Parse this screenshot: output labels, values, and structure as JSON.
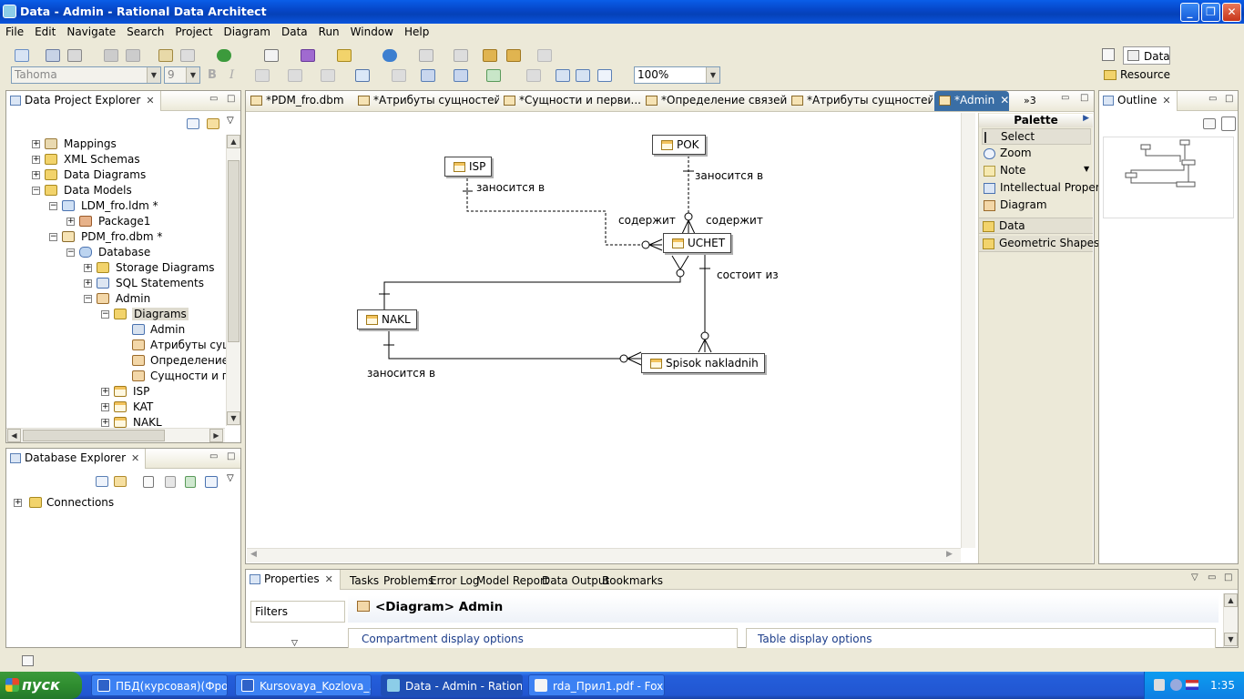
{
  "window": {
    "title": "Data - Admin - Rational Data Architect",
    "min_glyph": "_",
    "max_glyph": "❐",
    "close_glyph": "✕"
  },
  "menu": [
    "File",
    "Edit",
    "Navigate",
    "Search",
    "Project",
    "Diagram",
    "Data",
    "Run",
    "Window",
    "Help"
  ],
  "toolbar": {
    "font_name": "Tahoma",
    "font_size": "9",
    "bold": "B",
    "italic": "I",
    "zoom": "100%"
  },
  "perspectives": {
    "data": "Data",
    "resource": "Resource"
  },
  "explorer": {
    "title": "Data Project Explorer",
    "items": [
      {
        "label": "Mappings"
      },
      {
        "label": "XML Schemas"
      },
      {
        "label": "Data Diagrams"
      },
      {
        "label": "Data Models"
      },
      {
        "label": "LDM_fro.ldm *"
      },
      {
        "label": "Package1"
      },
      {
        "label": "PDM_fro.dbm *"
      },
      {
        "label": "Database"
      },
      {
        "label": "Storage Diagrams"
      },
      {
        "label": "SQL Statements"
      },
      {
        "label": "Admin"
      },
      {
        "label": "Diagrams"
      },
      {
        "label": "Admin"
      },
      {
        "label": "Атрибуты сущн"
      },
      {
        "label": "Определение св"
      },
      {
        "label": "Сущности и пер"
      },
      {
        "label": "ISP"
      },
      {
        "label": "KAT"
      },
      {
        "label": "NAKL"
      }
    ]
  },
  "db_explorer": {
    "title": "Database Explorer",
    "items": [
      {
        "label": "Connections"
      }
    ]
  },
  "editor": {
    "tabs": [
      {
        "label": "*PDM_fro.dbm"
      },
      {
        "label": "*Атрибуты сущностей"
      },
      {
        "label": "*Сущности и перви..."
      },
      {
        "label": "*Определение связей"
      },
      {
        "label": "*Атрибуты сущностей"
      },
      {
        "label": "*Admin"
      }
    ],
    "overflow": "»3"
  },
  "diagram": {
    "entities": {
      "isp": "ISP",
      "pok": "POK",
      "uchet": "UCHET",
      "nakl": "NAKL",
      "spisok": "Spisok nakladnih"
    },
    "labels": {
      "isp_rel": "заносится в",
      "pok_rel": "заносится в",
      "contains_left": "содержит",
      "contains_right": "содержит",
      "consists": "состоит из",
      "nakl_rel": "заносится в"
    }
  },
  "palette": {
    "title": "Palette",
    "items": [
      "Select",
      "Zoom",
      "Note",
      "Intellectual Property",
      "Diagram"
    ],
    "drawers": [
      "Data",
      "Geometric Shapes"
    ]
  },
  "outline": {
    "title": "Outline"
  },
  "bottom": {
    "tabs": [
      "Properties",
      "Tasks",
      "Problems",
      "Error Log",
      "Model Report",
      "Data Output",
      "Bookmarks"
    ],
    "filters": "Filters",
    "heading": "<Diagram> Admin",
    "section_left": "Compartment display options",
    "section_right": "Table display options"
  },
  "taskbar": {
    "start": "пуск",
    "tasks": [
      {
        "label": "ПБД(курсовая)(Фро..."
      },
      {
        "label": "Kursovaya_Kozlova_..."
      },
      {
        "label": "Data - Admin - Ration..."
      },
      {
        "label": "rda_Прил1.pdf - Foxi..."
      }
    ],
    "clock": "1:35"
  }
}
